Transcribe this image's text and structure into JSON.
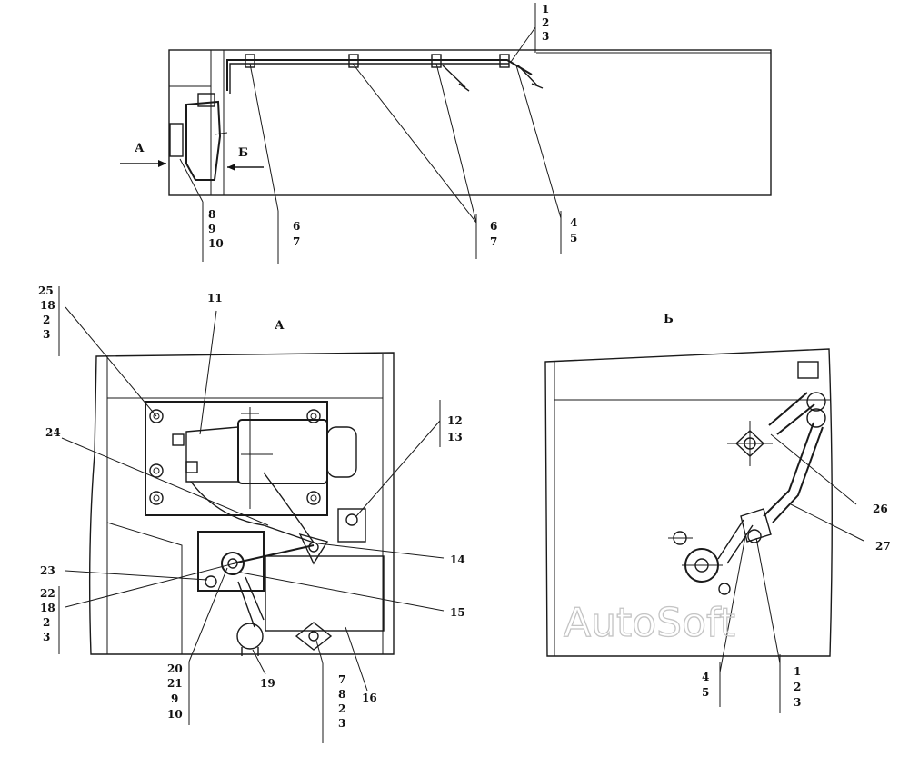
{
  "views": {
    "a_label": "А",
    "b_label": "Б",
    "detail_a_title": "А",
    "detail_b_title": "Ь"
  },
  "callouts": {
    "top": {
      "c123": [
        "1",
        "2",
        "3"
      ],
      "c8910": [
        "8",
        "9",
        "10"
      ],
      "c67_left": [
        "6",
        "7"
      ],
      "c67_mid": [
        "6",
        "7"
      ],
      "c45": [
        "4",
        "5"
      ]
    },
    "detail_a": {
      "c25_18_2_3": [
        "25",
        "18",
        "2",
        "3"
      ],
      "c11": "11",
      "c24": "24",
      "c12_13": [
        "12",
        "13"
      ],
      "c14": "14",
      "c23": "23",
      "c22_18_2_3": [
        "22",
        "18",
        "2",
        "3"
      ],
      "c15": "15",
      "c20_21_9_10": [
        "20",
        "21",
        "9",
        "10"
      ],
      "c19": "19",
      "c7_8_2_3": [
        "7",
        "8",
        "2",
        "3"
      ],
      "c16": "16"
    },
    "detail_b": {
      "c26": "26",
      "c27": "27",
      "c45": [
        "4",
        "5"
      ],
      "c123": [
        "1",
        "2",
        "3"
      ]
    }
  },
  "watermark": "AutoSoft"
}
